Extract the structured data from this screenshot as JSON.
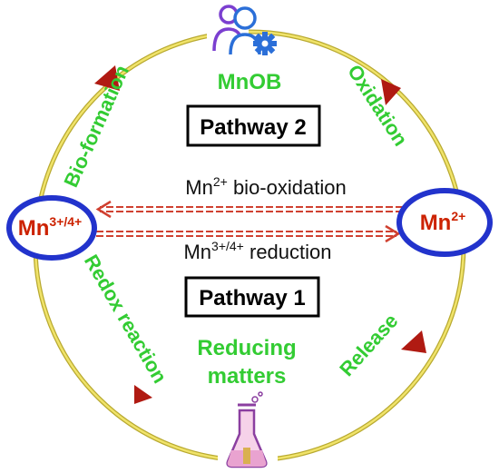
{
  "labels": {
    "mnob": "MnOB",
    "oxidation": "Oxidation",
    "bio_formation": "Bio-formation",
    "redox_reaction": "Redox reaction",
    "release": "Release",
    "reducing_line1": "Reducing",
    "reducing_line2": "matters"
  },
  "pathways": {
    "pathway2": "Pathway 2",
    "pathway1": "Pathway 1"
  },
  "species": {
    "left_base": "Mn",
    "left_sup": "3+/4+",
    "right_base": "Mn",
    "right_sup": "2+"
  },
  "processes": {
    "top_base": "Mn",
    "top_sup": "2+",
    "top_rest": " bio-oxidation",
    "bottom_base": "Mn",
    "bottom_sup": "3+/4+",
    "bottom_rest": " reduction"
  },
  "colors": {
    "cycle_ring": "#e8d84a",
    "arrow_red": "#b01a12",
    "label_green": "#33cc33",
    "ellipse_blue": "#2233cc",
    "species_red": "#cc2200",
    "icon_purple": "#7b3fd0",
    "icon_blue": "#2b6fd8",
    "flask_pink": "#e9a3d0"
  }
}
